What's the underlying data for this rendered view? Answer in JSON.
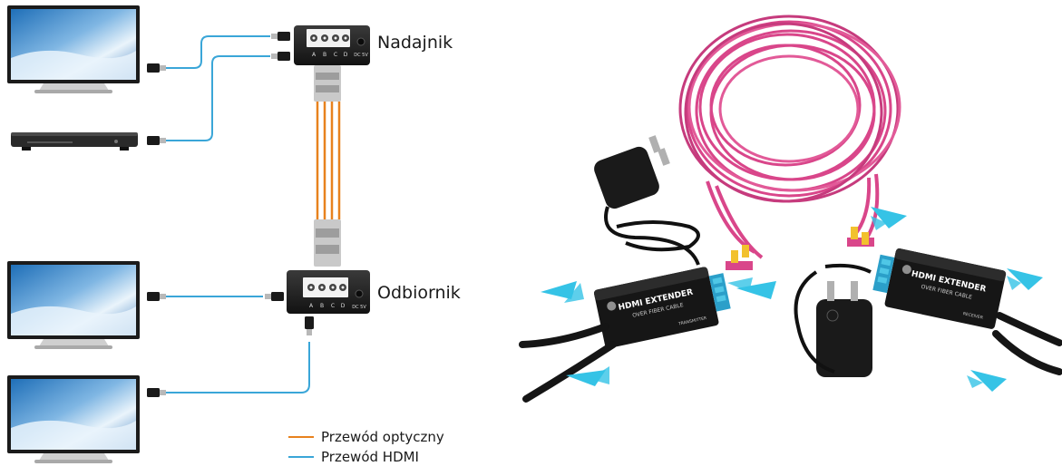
{
  "labels": {
    "transmitter": "Nadajnik",
    "receiver": "Odbiornik"
  },
  "legend": [
    {
      "label": "Przewód optyczny",
      "color": "#e8821e"
    },
    {
      "label": "Przewód HDMI",
      "color": "#3aa6d8"
    }
  ],
  "device_text": {
    "ports": [
      "A",
      "B",
      "C",
      "D"
    ],
    "dc": "DC 5V",
    "product_name": "HDMI EXTENDER",
    "product_sub": "OVER FIBER CABLE",
    "tx_tag": "TRANSMITTER",
    "rx_tag": "RECEIVER"
  },
  "colors": {
    "fiber": "#e8821e",
    "hdmi": "#3aa6d8",
    "cable_pink": "#d9468a",
    "arrow": "#35c3e6"
  }
}
